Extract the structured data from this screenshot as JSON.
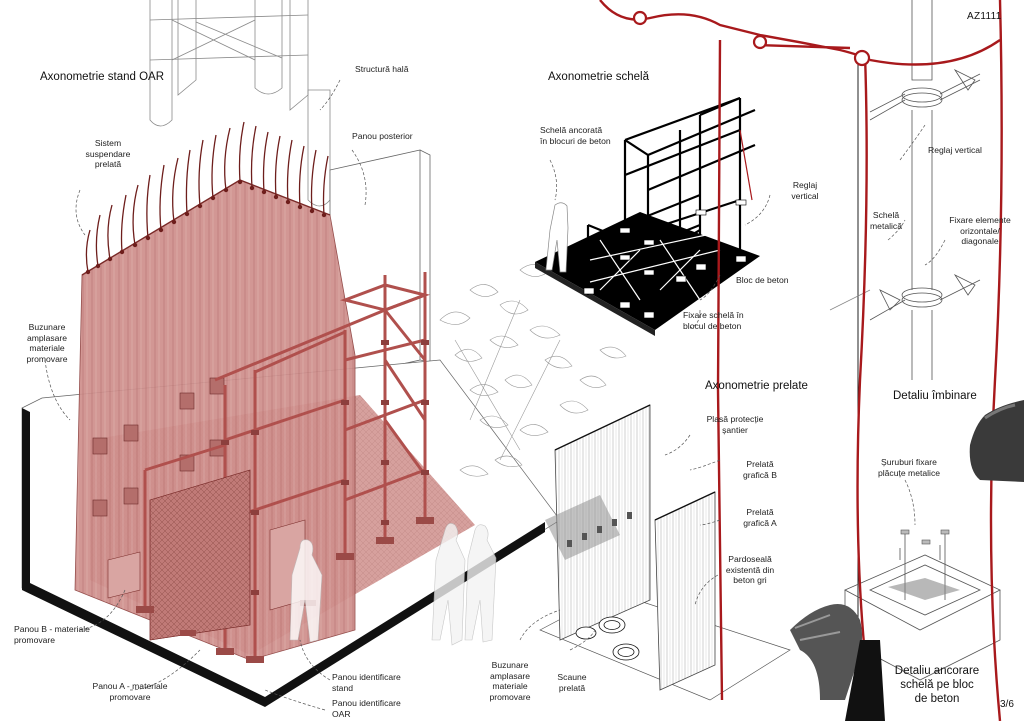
{
  "sheet": {
    "code": "AZ1111",
    "page": "3/6"
  },
  "titles": {
    "stand_oar": "Axonometrie stand OAR",
    "schela": "Axonometrie schelă",
    "prelate": "Axonometrie prelate",
    "detaliu_imbinare": "Detaliu îmbinare",
    "detaliu_ancorare": "Detaliu ancorare\nschelă pe bloc\nde beton"
  },
  "labels": {
    "structura_hala": "Structură hală",
    "panou_posterior": "Panou posterior",
    "sistem_suspendare": "Sistem\nsuspendare\nprelată",
    "buzunare_stand": "Buzunare\namplasare\nmateriale\npromovare",
    "panou_b": "Panou B - materiale\npromovare",
    "panou_a": "Panou A - materiale\npromovare",
    "panou_id_stand": "Panou identificare\nstand",
    "panou_id_oar": "Panou identificare\nOAR",
    "schela_ancorata": "Schelă ancorată\nîn blocuri de beton",
    "reglaj_vertical_schela": "Reglaj\nvertical",
    "bloc_beton": "Bloc de beton",
    "fixare_schela": "Fixare schelă în\nblocul de beton",
    "plasa_protectie": "Plasă protecție\nșantier",
    "prelata_b": "Prelată\ngrafică B",
    "prelata_a": "Prelată\ngrafică A",
    "pardoseala": "Pardoseală\nexistentă din\nbeton gri",
    "buzunare_prelate": "Buzunare\namplasare\nmateriale\npromovare",
    "scaune": "Scaune\nprelată",
    "reglaj_vertical_detaliu": "Reglaj vertical",
    "schela_metalica": "Schelă\nmetalică",
    "fixare_elemente": "Fixare elemente\norizontale/\ndiagonale",
    "suruburi": "Șuruburi fixare\nplăcuțe metalice"
  },
  "colors": {
    "curtain_fill": "#cf8f8c",
    "curtain_line": "#8c3f3d",
    "red_line": "#a8191c",
    "black": "#000000",
    "grey_line": "#9a9a9a"
  }
}
